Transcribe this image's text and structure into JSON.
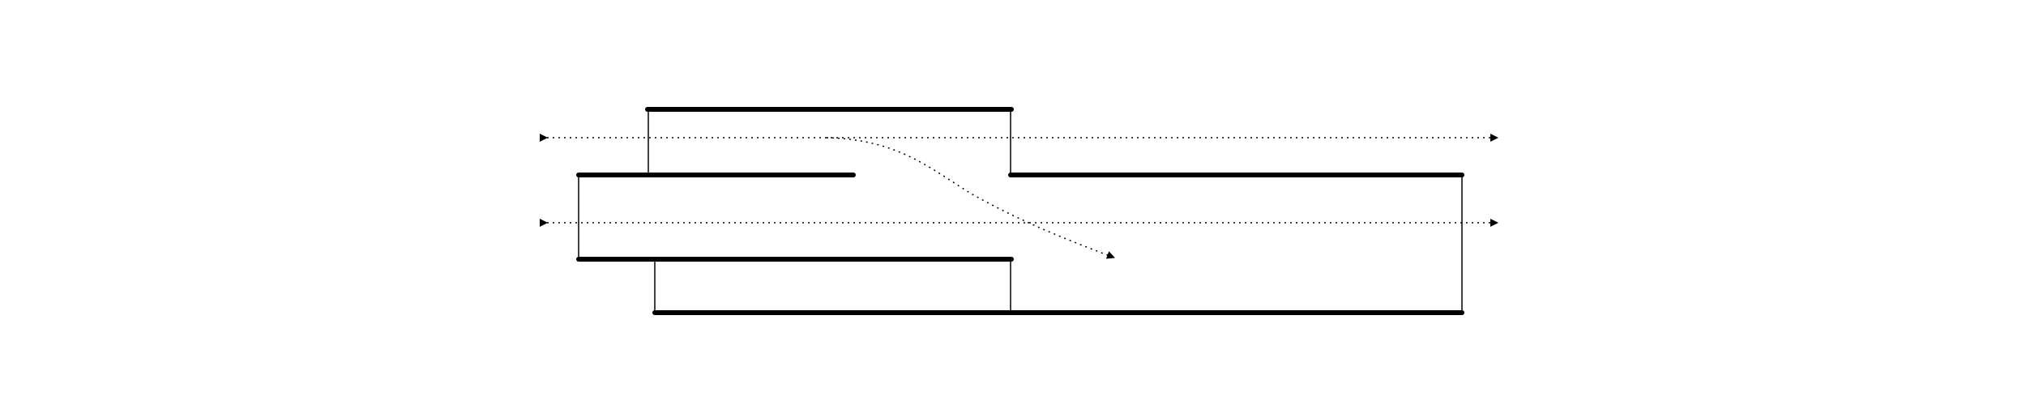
{
  "diagram": {
    "description_text": "",
    "colors": {
      "background": "#ffffff",
      "stroke": "#000000"
    },
    "elements": {
      "horizontal_bars": 6,
      "vertical_connectors": 7,
      "dotted_arrows": 3
    }
  }
}
